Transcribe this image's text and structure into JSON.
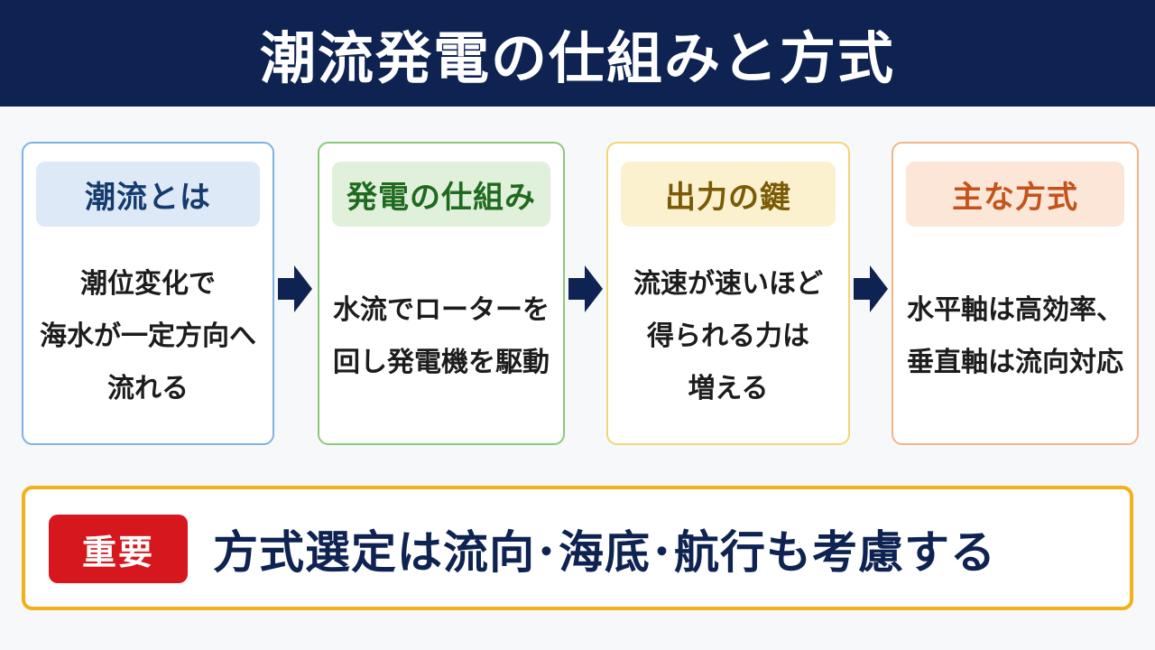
{
  "header": {
    "title": "潮流発電の仕組みと方式"
  },
  "cards": [
    {
      "title": "潮流とは",
      "body": "潮位変化で\n海水が一定方向へ\n流れる"
    },
    {
      "title": "発電の仕組み",
      "body": "水流でローターを\n回し発電機を駆動"
    },
    {
      "title": "出力の鍵",
      "body": "流速が速いほど\n得られる力は\n増える"
    },
    {
      "title": "主な方式",
      "body": "水平軸は高効率、\n垂直軸は流向対応"
    }
  ],
  "note": {
    "badge": "重要",
    "text": "方式選定は流向･海底･航行も考慮する"
  },
  "colors": {
    "navy": "#0f2352",
    "badge_red": "#d6171d",
    "note_border": "#f3b01c"
  },
  "icons": [
    "arrow-right-icon"
  ]
}
